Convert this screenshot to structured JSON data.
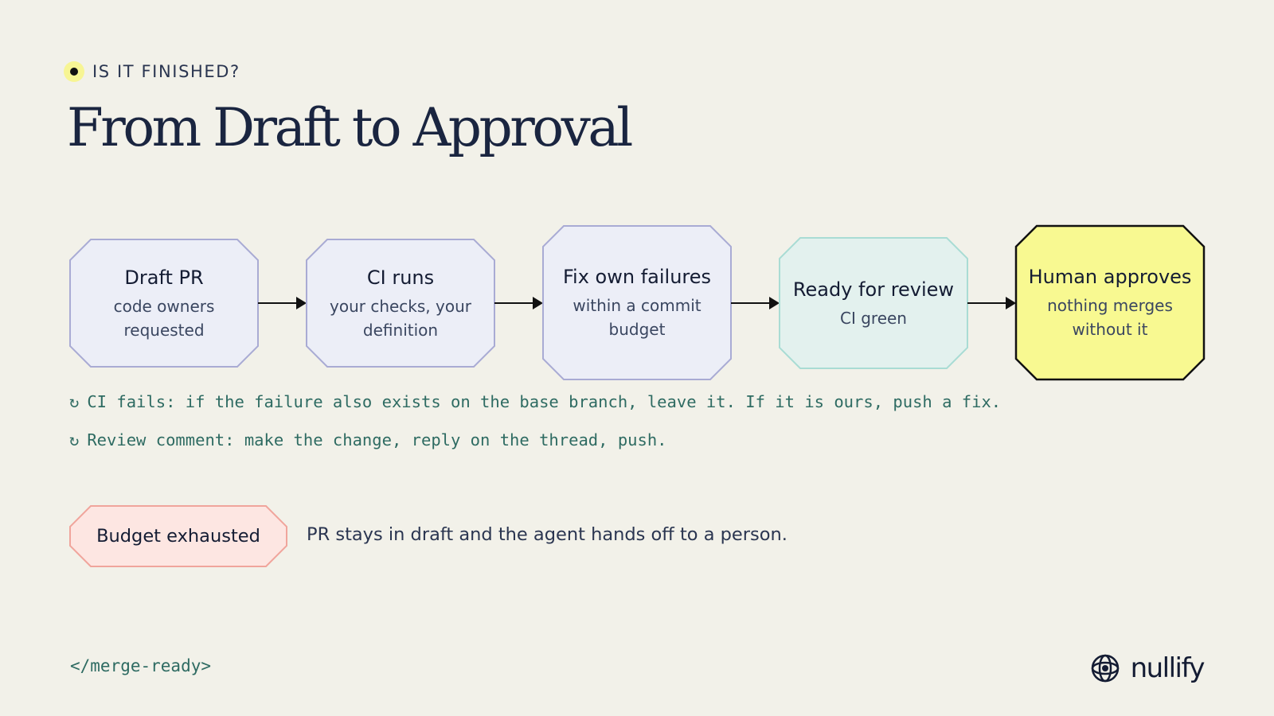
{
  "header": {
    "eyebrow": "IS IT FINISHED?",
    "title": "From Draft to Approval"
  },
  "flow": {
    "steps": [
      {
        "title": "Draft PR",
        "subtitle": "code owners requested",
        "style": "lavender"
      },
      {
        "title": "CI runs",
        "subtitle": "your checks, your definition",
        "style": "lavender"
      },
      {
        "title": "Fix own failures",
        "subtitle": "within a commit budget",
        "style": "lavender"
      },
      {
        "title": "Ready for review",
        "subtitle": "CI green",
        "style": "mint"
      },
      {
        "title": "Human approves",
        "subtitle": "nothing merges without it",
        "style": "yellow"
      }
    ],
    "colors": {
      "lavender_fill": "#eceef7",
      "lavender_stroke": "#a9abd4",
      "mint_fill": "#e3f1ee",
      "mint_stroke": "#a9dcd4",
      "yellow_fill": "#f8f991",
      "yellow_stroke": "#111111",
      "arrow": "#111111"
    }
  },
  "loops": [
    {
      "glyph": "↻",
      "text": "CI fails: if the failure also exists on the base branch, leave it. If it is ours, push a fix."
    },
    {
      "glyph": "↻",
      "text": "Review comment: make the change, reply on the thread, push."
    }
  ],
  "budget": {
    "label": "Budget exhausted",
    "description": "PR stays in draft and the agent hands off to a person.",
    "fill": "#fde6e2",
    "stroke": "#f0a59c"
  },
  "footer": {
    "tag": "</merge-ready>",
    "brand": "nullify",
    "brand_icon": "globe-eye-icon"
  }
}
